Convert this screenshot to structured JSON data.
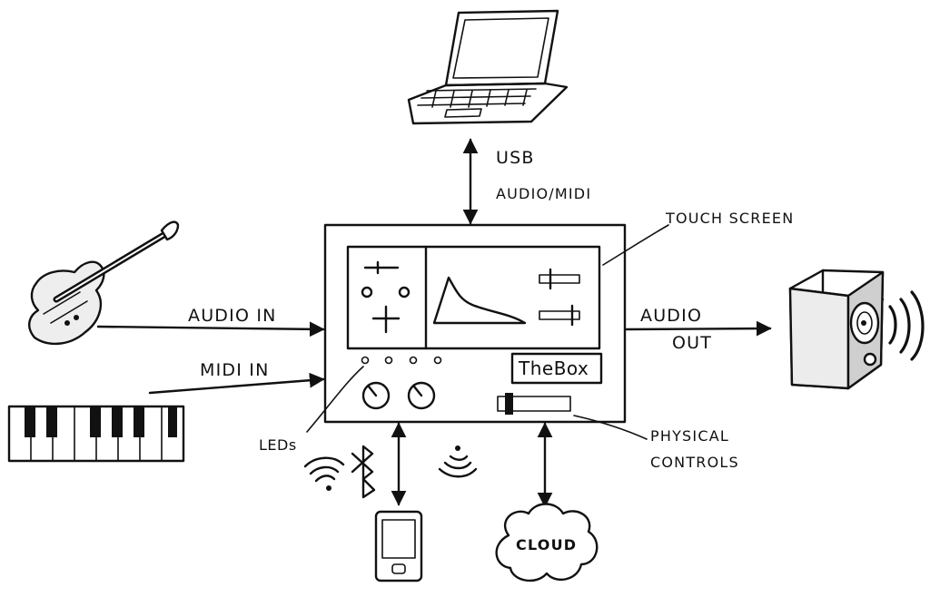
{
  "labels": {
    "usb": "USB",
    "audio_midi": "AUDIO/MIDI",
    "touch_screen": "TOUCH SCREEN",
    "audio_in": "AUDIO IN",
    "midi_in": "MIDI IN",
    "audio_out_1": "AUDIO",
    "audio_out_2": "OUT",
    "leds": "LEDs",
    "physical_1": "PHYSICAL",
    "physical_2": "CONTROLS",
    "brand": "TheBox",
    "cloud": "CLOUD"
  },
  "icons": [
    "laptop-icon",
    "guitar-icon",
    "keyboard-icon",
    "speaker-icon",
    "wifi-icon",
    "bluetooth-icon",
    "nfc-icon",
    "phone-icon",
    "cloud-icon"
  ]
}
